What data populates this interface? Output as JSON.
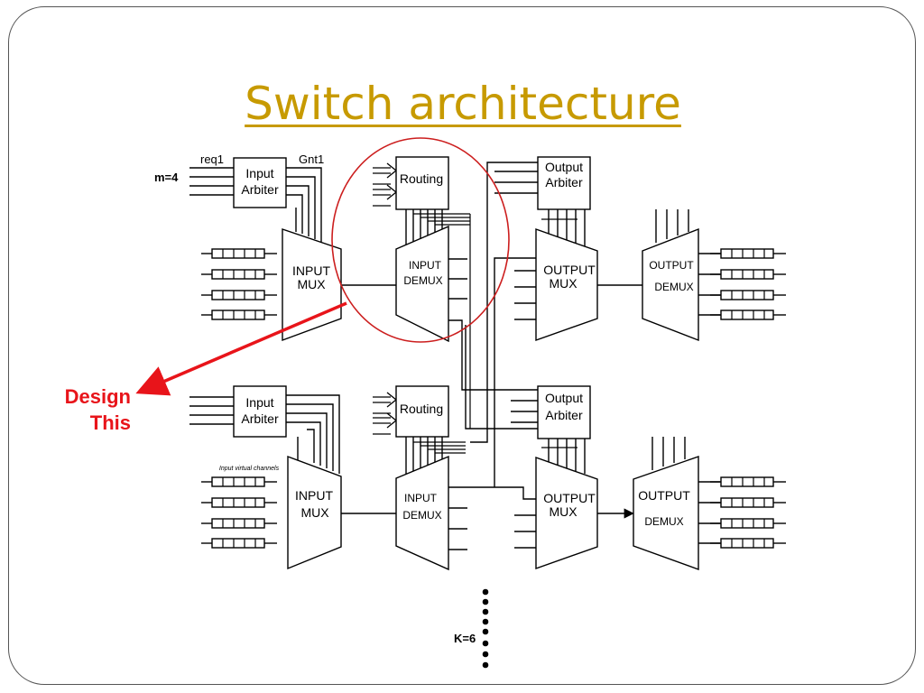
{
  "slide": {
    "title": "Switch architecture",
    "callout": {
      "line1": "Design",
      "line2": "This"
    },
    "colors": {
      "title": "#C79A00",
      "callout": "#E8141A",
      "highlight": "#CC1E1E"
    }
  },
  "diagram": {
    "labels": {
      "req1": "req1",
      "gnt1": "Gnt1",
      "m": "m=4",
      "k": "K=6",
      "input_virtual_channels": "Input virtual channels"
    },
    "blocks": {
      "input_arbiter": [
        "Input",
        "Arbiter"
      ],
      "routing": "Routing",
      "output_arbiter": [
        "Output",
        "Arbiter"
      ],
      "input_mux": [
        "INPUT",
        "MUX"
      ],
      "input_demux": [
        "INPUT",
        "DEMUX"
      ],
      "output_mux": [
        "OUTPUT",
        "MUX"
      ],
      "output_demux": [
        "OUTPUT",
        "DEMUX"
      ]
    }
  }
}
